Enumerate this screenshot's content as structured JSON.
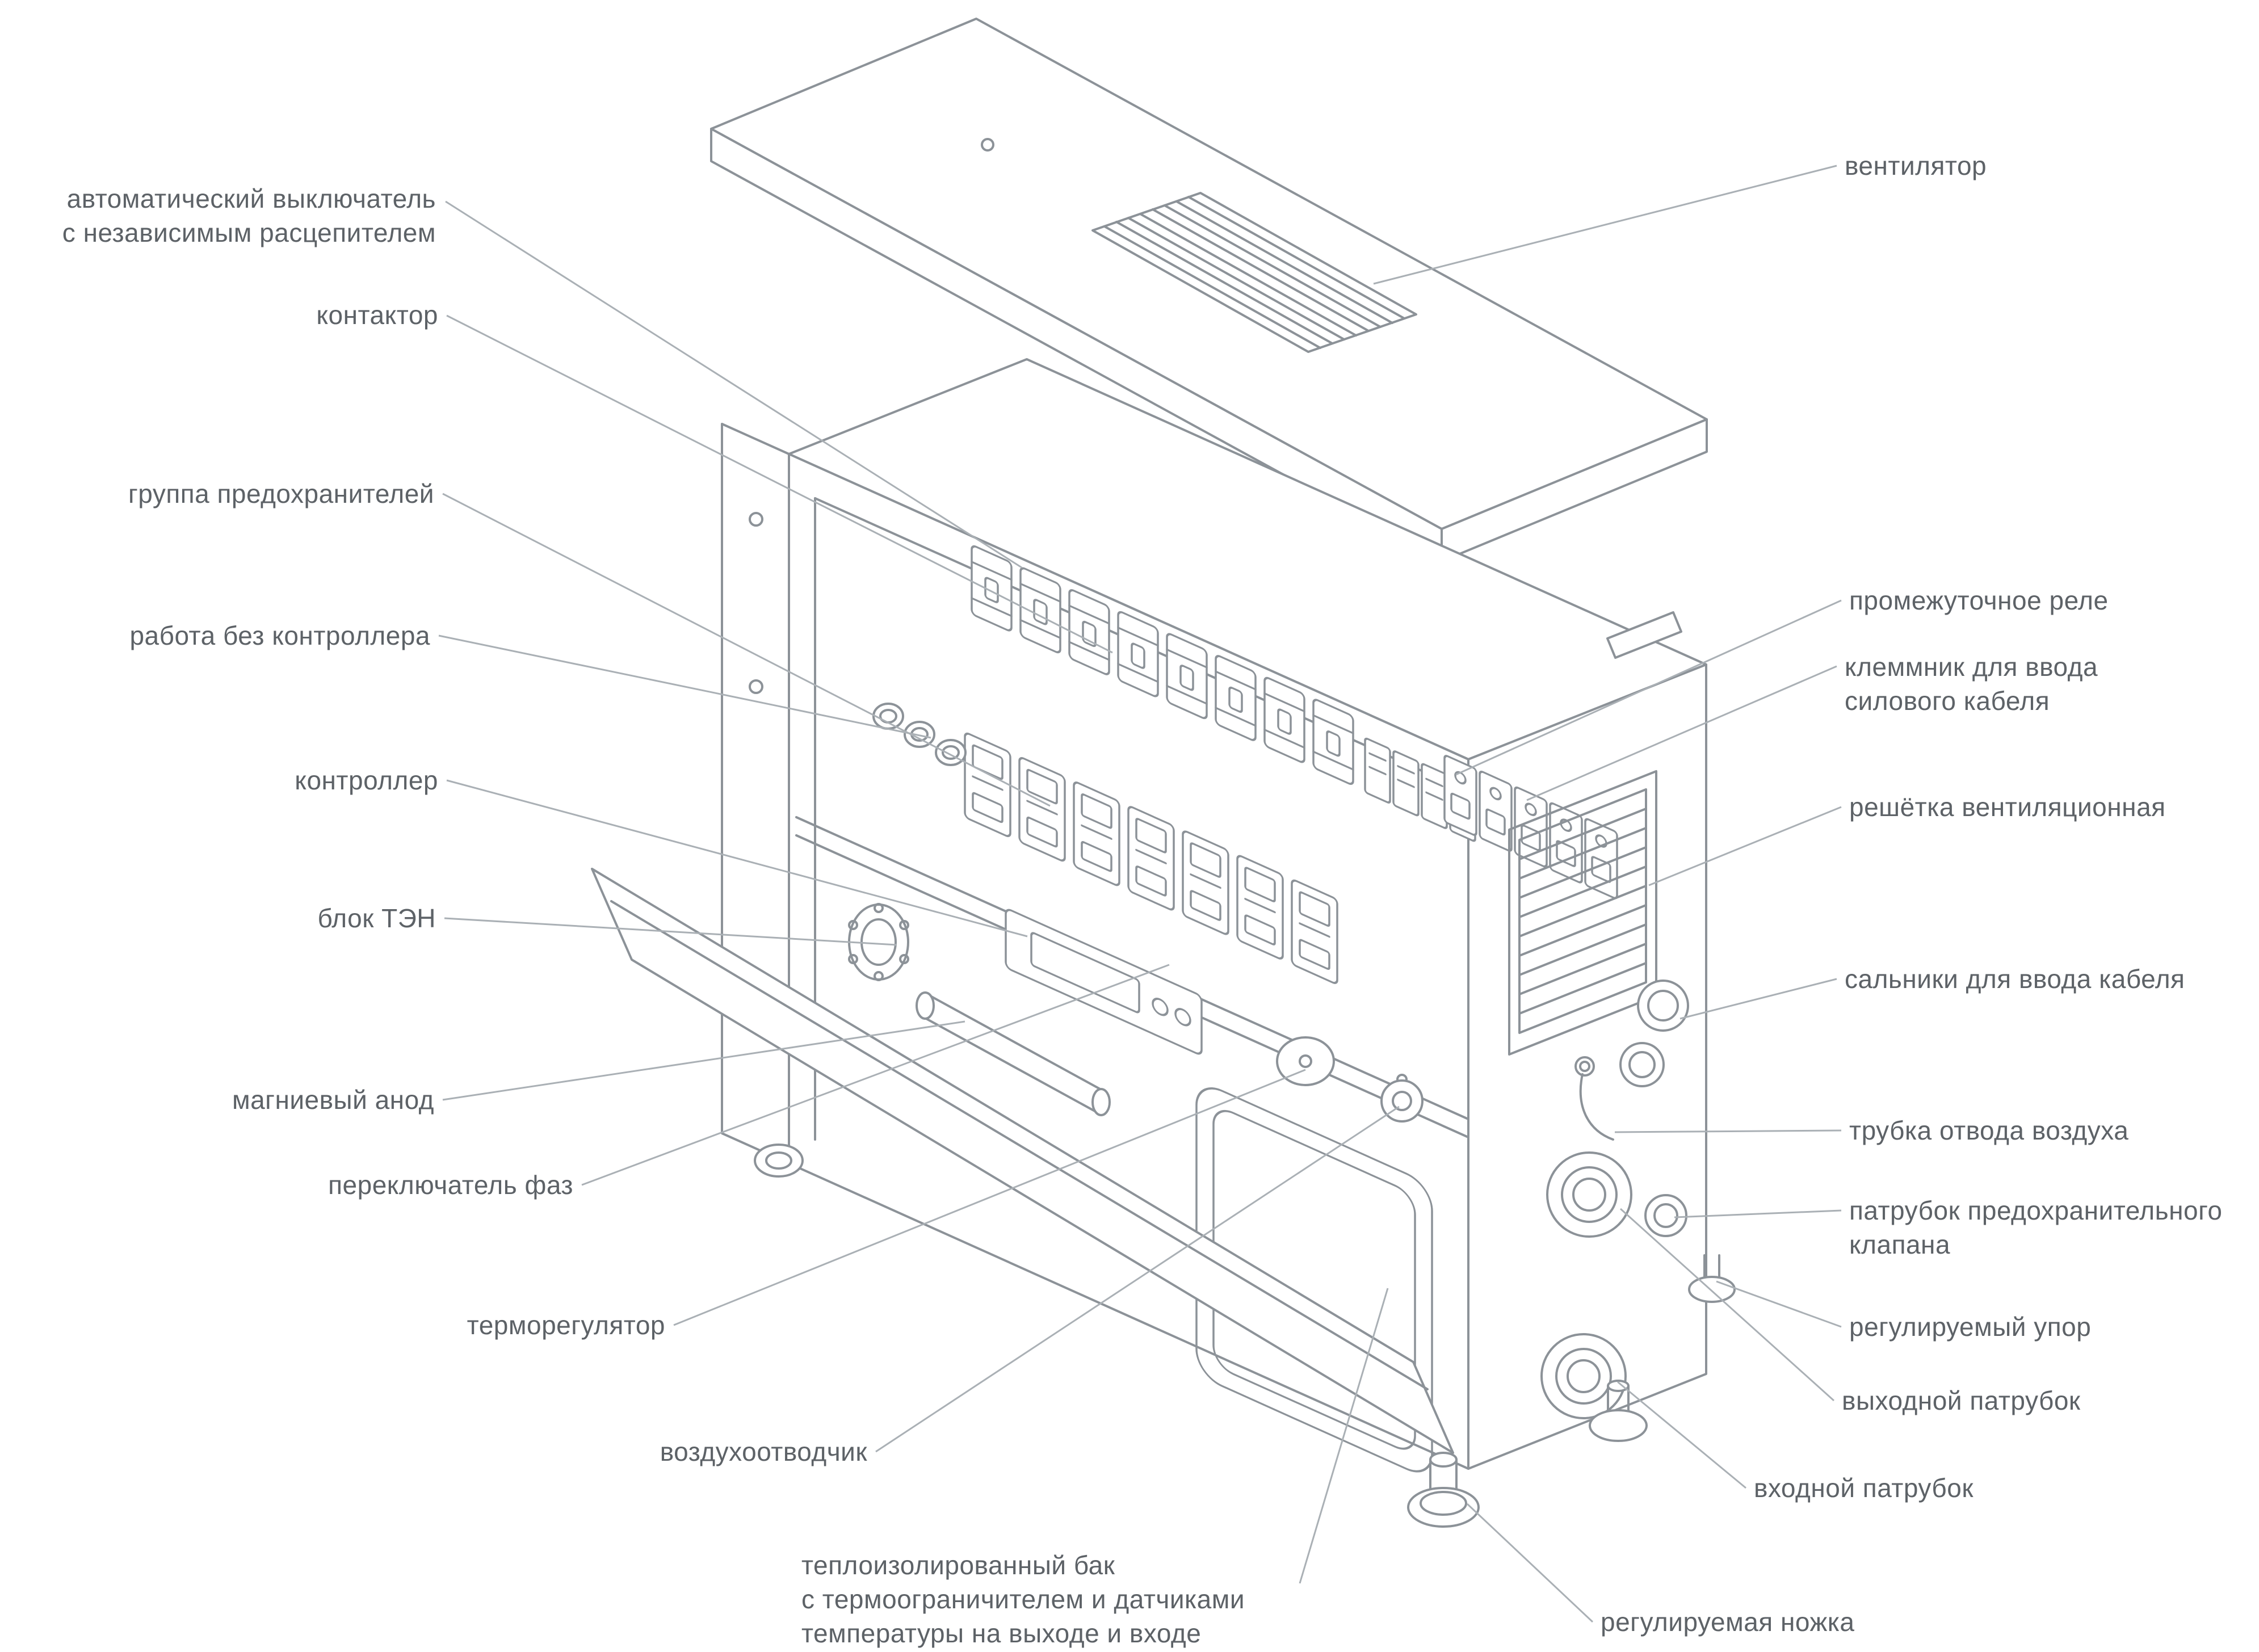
{
  "colors": {
    "text": "#5d6267",
    "outline": "#8c9298",
    "leader": "#aab0b5"
  },
  "labels": [
    {
      "id": "avtomat",
      "text": "автоматический выключатель\nс независимым расцепителем"
    },
    {
      "id": "kontaktor",
      "text": "контактор"
    },
    {
      "id": "fuses",
      "text": "группа предохранителей"
    },
    {
      "id": "no-controller",
      "text": "работа без контроллера"
    },
    {
      "id": "controller",
      "text": "контроллер"
    },
    {
      "id": "ten-block",
      "text": "блок ТЭН"
    },
    {
      "id": "anode",
      "text": "магниевый анод"
    },
    {
      "id": "phase-switch",
      "text": "переключатель фаз"
    },
    {
      "id": "thermostat",
      "text": "терморегулятор"
    },
    {
      "id": "air-vent",
      "text": "воздухоотводчик"
    },
    {
      "id": "tank",
      "text": "теплоизолированный бак\nс термоограничителем и датчиками\nтемпературы на выходе и входе"
    },
    {
      "id": "fan",
      "text": "вентилятор"
    },
    {
      "id": "relay",
      "text": "промежуточное реле"
    },
    {
      "id": "terminal",
      "text": "клеммник для ввода\nсилового кабеля"
    },
    {
      "id": "vent-grille",
      "text": "решётка вентиляционная"
    },
    {
      "id": "glands",
      "text": "сальники для ввода кабеля"
    },
    {
      "id": "air-tube",
      "text": "трубка отвода воздуха"
    },
    {
      "id": "safety-pipe",
      "text": "патрубок предохранительного\nклапана"
    },
    {
      "id": "adj-stop",
      "text": "регулируемый упор"
    },
    {
      "id": "outlet-pipe",
      "text": "выходной патрубок"
    },
    {
      "id": "inlet-pipe",
      "text": "входной патрубок"
    },
    {
      "id": "adj-foot",
      "text": "регулируемая ножка"
    }
  ]
}
